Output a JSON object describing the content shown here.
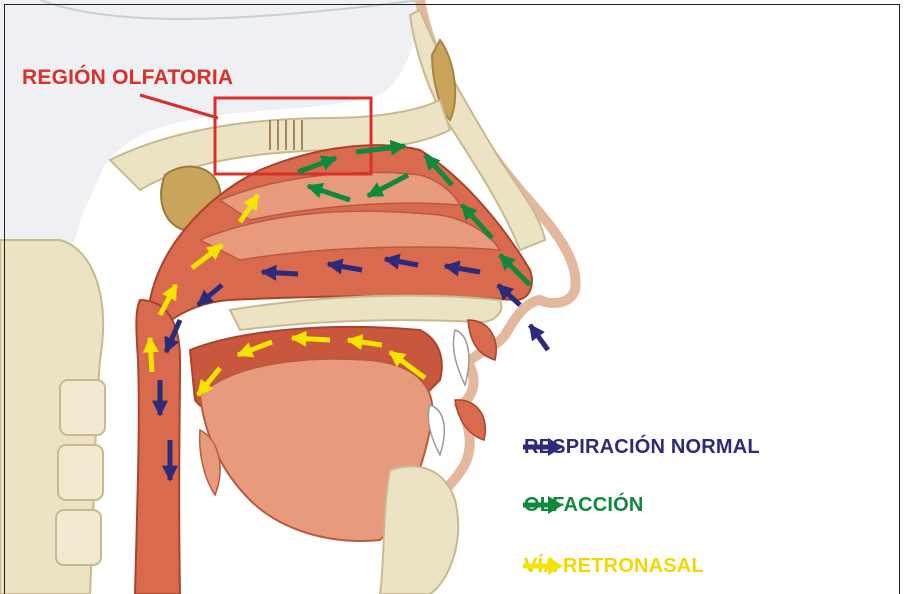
{
  "region_label": "REGIÓN OLFATORIA",
  "legend": [
    {
      "label": "RESPIRACIÓN NORMAL",
      "color": "#2e2a7a"
    },
    {
      "label": "OLFACCIÓN",
      "color": "#0f8a3c"
    },
    {
      "label": "VÍA RETRONASAL",
      "color": "#f5e400"
    }
  ],
  "colors": {
    "label_red": "#d9302a",
    "tissue": "#d96a4e",
    "tissue_light": "#e89a7c",
    "bone": "#ece3c4",
    "skin": "#f4d8c0"
  }
}
